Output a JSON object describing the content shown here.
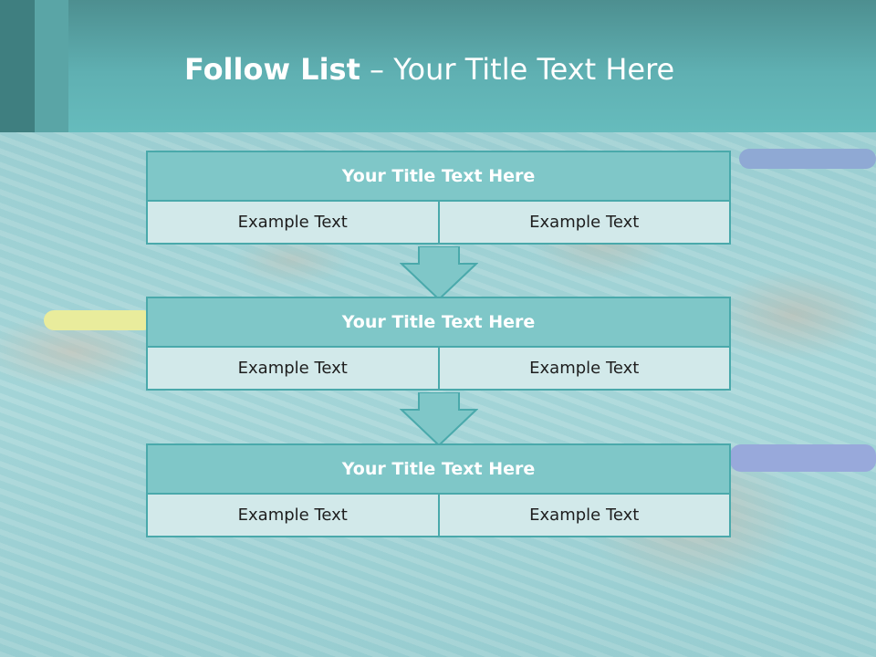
{
  "slide": {
    "title_bold": "Follow List",
    "title_rest": " – Your Title Text Here"
  },
  "blocks": [
    {
      "title": "Your Title Text Here",
      "left": "Example Text",
      "right": "Example Text"
    },
    {
      "title": "Your Title Text Here",
      "left": "Example Text",
      "right": "Example Text"
    },
    {
      "title": "Your Title Text Here",
      "left": "Example Text",
      "right": "Example Text"
    }
  ],
  "colors": {
    "header_band": "#5fb0b2",
    "block_title_fill": "#7fc7c8",
    "block_cell_fill": "#d2e9ea",
    "block_border": "#4aa9ab",
    "arrow_fill": "#7fc7c8"
  },
  "icons": [
    "down-arrow-icon"
  ]
}
